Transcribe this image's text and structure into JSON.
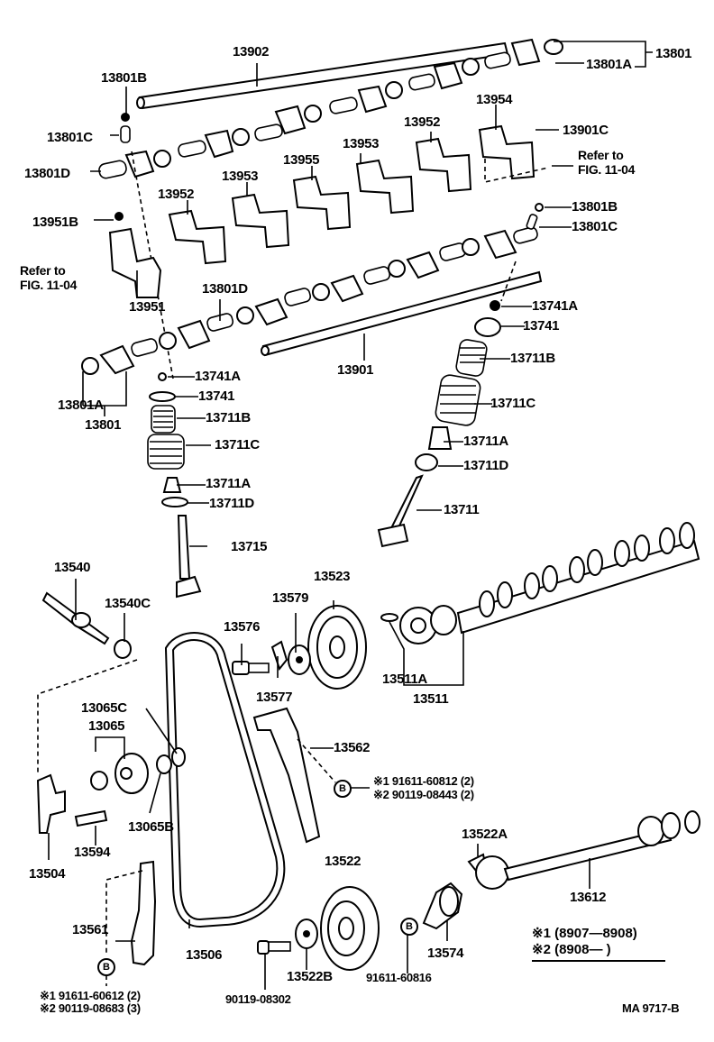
{
  "diagram": {
    "title": "Camshaft & Valve / Timing Belt Parts",
    "figure_code": "MA 9717-B",
    "labels": {
      "p13902": "13902",
      "p13801": "13801",
      "p13801A_top": "13801A",
      "p13801B_left": "13801B",
      "p13801C_left": "13801C",
      "p13801D_left": "13801D",
      "p13954": "13954",
      "p13901C": "13901C",
      "p13952_right": "13952",
      "p13953_right": "13953",
      "p13955": "13955",
      "p13953_left": "13953",
      "p13952_left": "13952",
      "p13951B": "13951B",
      "p13951": "13951",
      "p13801B_right": "13801B",
      "p13801C_right": "13801C",
      "p13801D_mid": "13801D",
      "p13741A_right": "13741A",
      "p13741_right": "13741",
      "p13711B_right": "13711B",
      "p13711C_right": "13711C",
      "p13711A_right": "13711A",
      "p13711D_right": "13711D",
      "p13711": "13711",
      "p13901": "13901",
      "p13801A_left": "13801A",
      "p13801_left": "13801",
      "p13741A_left": "13741A",
      "p13741_left": "13741",
      "p13711B_left": "13711B",
      "p13711C_left": "13711C",
      "p13711A_left": "13711A",
      "p13711D_left": "13711D",
      "p13715": "13715",
      "p13540": "13540",
      "p13540C": "13540C",
      "p13523": "13523",
      "p13579": "13579",
      "p13576": "13576",
      "p13577": "13577",
      "p13511A": "13511A",
      "p13511": "13511",
      "p13065C": "13065C",
      "p13065": "13065",
      "p13065B": "13065B",
      "p13562": "13562",
      "p13504": "13504",
      "p13594": "13594",
      "p13522A": "13522A",
      "p13522": "13522",
      "p13612": "13612",
      "p13561": "13561",
      "p13506": "13506",
      "p13522B": "13522B",
      "p13574": "13574",
      "p90119_08302": "90119-08302",
      "p91611_60816": "91611-60816"
    },
    "refer_right": {
      "line1": "Refer to",
      "line2": "FIG. 11-04"
    },
    "refer_left": {
      "line1": "Refer to",
      "line2": "FIG. 11-04"
    },
    "bolt_marker": "B",
    "bolt_notes_right": [
      "※1 91611-60812 (2)",
      "※2 90119-08443 (2)"
    ],
    "bolt_notes_left": [
      "※1 91611-60612 (2)",
      "※2 90119-08683 (3)"
    ],
    "legend": [
      "※1 (8907—8908)",
      "※2 (8908—        )"
    ]
  }
}
